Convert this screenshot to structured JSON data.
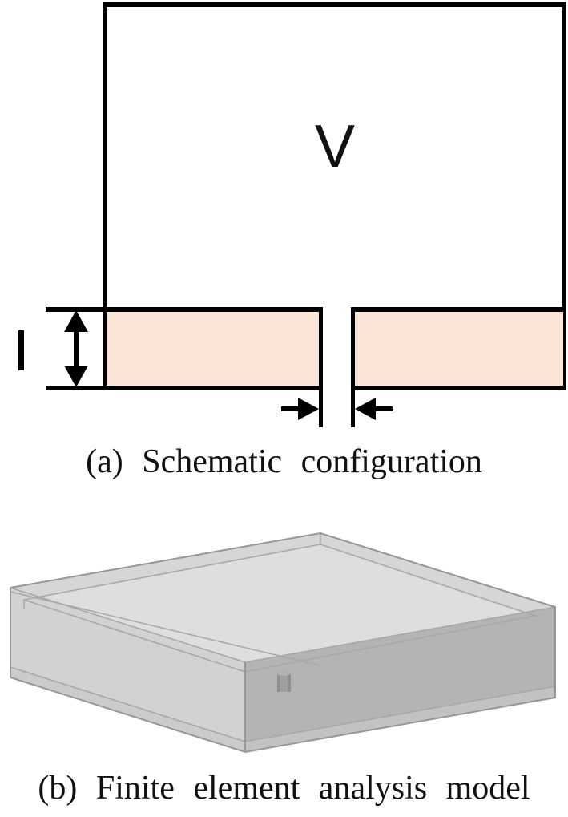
{
  "panel_a": {
    "caption": "(a) Schematic configuration",
    "voltage_label": "V",
    "side_glyph": "I",
    "colors": {
      "strip_fill": "#fbe5d6",
      "line": "#000000"
    }
  },
  "panel_b": {
    "caption": "(b) Finite element analysis model",
    "colors": {
      "top_face": "#d6d6d8",
      "inner_floor": "#dedee0",
      "left_face": "#d2d2d4",
      "right_face": "#b4b4b6",
      "left_band": "#cbcbcd",
      "right_band": "#c2c2c4",
      "feature": "#a0a0a2",
      "feature_side": "#8e8e90",
      "feature_top": "#b0b0b2"
    }
  }
}
